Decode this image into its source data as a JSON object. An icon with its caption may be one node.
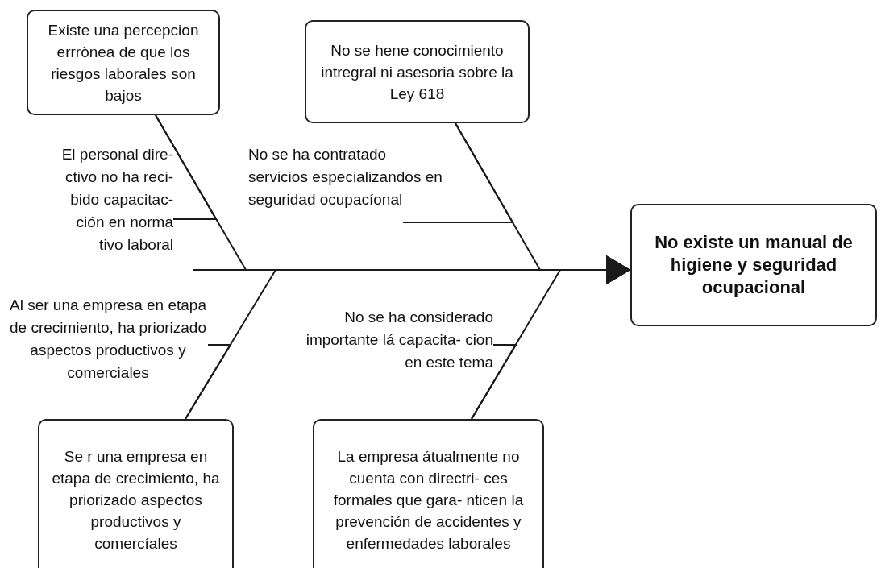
{
  "diagram": {
    "nodes": [
      {
        "text": [
          "Existe una percepcion errrònea de que los riesgos laborales son bajos"
        ]
      },
      {
        "text": [
          "No se hene conocimiento intregral ni asesoria sobre la Ley 618"
        ]
      },
      {
        "text": [
          "El personal dire- ctivo no ha reci- bido capacitac- ción en norma tivo laboral"
        ]
      },
      {
        "text": [
          "No se ha contratado servicios especializandos en seguridad ocupacíonal"
        ]
      },
      {
        "text": [
          "No existe un manual de higiene y seguridad ocupacional"
        ]
      },
      {
        "text": [
          "Al ser una empresa en etapa de crecimiento, ha priorizado aspectos productivos y comerciales"
        ]
      },
      {
        "text": [
          "No se ha considerado importante lá capacita- cion en este tema"
        ]
      },
      {
        "text": [
          "Se r una empresa en etapa de crecimiento, ha priorizado aspectos productivos y comercíales"
        ]
      },
      {
        "text": [
          "La empresa átualmente no cuenta con directri- ces formales que gara- nticen la prevención de accidentes y enfermedades laborales"
        ]
      }
    ],
    "edges": [
      {
        "from": null,
        "to": 4,
        "arrow": "to"
      },
      {
        "from": 0,
        "to": 4,
        "arrow": "to"
      },
      {
        "from": 1,
        "to": 4,
        "arrow": "to"
      },
      {
        "from": 7,
        "to": 4,
        "arrow": "to"
      },
      {
        "from": 8,
        "to": 4,
        "arrow": "to"
      },
      {
        "from": 2,
        "to": 0,
        "arrow": "none"
      },
      {
        "from": 3,
        "to": 1,
        "arrow": "none"
      },
      {
        "from": 5,
        "to": 7,
        "arrow": "none"
      },
      {
        "from": 6,
        "to": 8,
        "arrow": "none"
      }
    ]
  }
}
